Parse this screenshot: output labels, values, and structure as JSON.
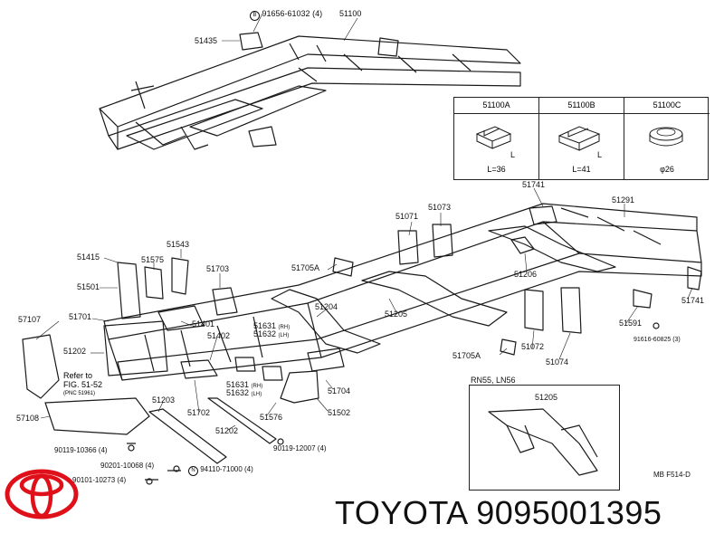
{
  "brand": {
    "title": "TOYOTA 9095001395"
  },
  "codes": {
    "mb": "MB  F514-D"
  },
  "fig_ref": {
    "line1": "Refer to",
    "line2": "FIG. 51-52",
    "line3": "(PNC 51961)"
  },
  "variant_table": [
    {
      "header": "51100A",
      "dim": "L=36",
      "dim_letter": "L"
    },
    {
      "header": "51100B",
      "dim": "L=41",
      "dim_letter": "L"
    },
    {
      "header": "51100C",
      "dim": "φ26",
      "dim_letter": ""
    }
  ],
  "inset": {
    "title": "RN55, LN56",
    "part": "51205"
  },
  "callouts": {
    "c91656": "91656-61032 (4)",
    "c51100": "51100",
    "c51435": "51435",
    "c51741a": "51741",
    "c51291": "51291",
    "c51071": "51071",
    "c51073": "51073",
    "c51415": "51415",
    "c51543": "51543",
    "c51575": "51575",
    "c51703": "51703",
    "c51705a": "51705A",
    "c51206": "51206",
    "c51741b": "51741",
    "c51501": "51501",
    "c51204": "51204",
    "c51205": "51205",
    "c51107": "57107",
    "c51701": "51701",
    "c51401": "51401",
    "c51631a": "51631",
    "c51631a_side": "(RH)",
    "c51632a": "51632",
    "c51632a_side": "(LH)",
    "c51591": "51591",
    "c91616": "91616-60825 (3)",
    "c51202a": "51202",
    "c51402": "51402",
    "c51705a2": "51705A",
    "c51072": "51072",
    "c51074": "51074",
    "c51631b": "51631",
    "c51631b_side": "(RH)",
    "c51632b": "51632",
    "c51632b_side": "(LH)",
    "c51704": "51704",
    "c57108": "57108",
    "c51203": "51203",
    "c51702": "51702",
    "c51576": "51576",
    "c51502": "51502",
    "c51202b": "51202",
    "c90119a": "90119-10366 (4)",
    "c90119b": "90119-12007 (4)",
    "c90201": "90201-10068 (4)",
    "c94110": "94110-71000 (4)",
    "c90101": "90101-10273 (4)"
  },
  "colors": {
    "ink": "#1a1a1a",
    "logo_red": "#e0101a"
  }
}
